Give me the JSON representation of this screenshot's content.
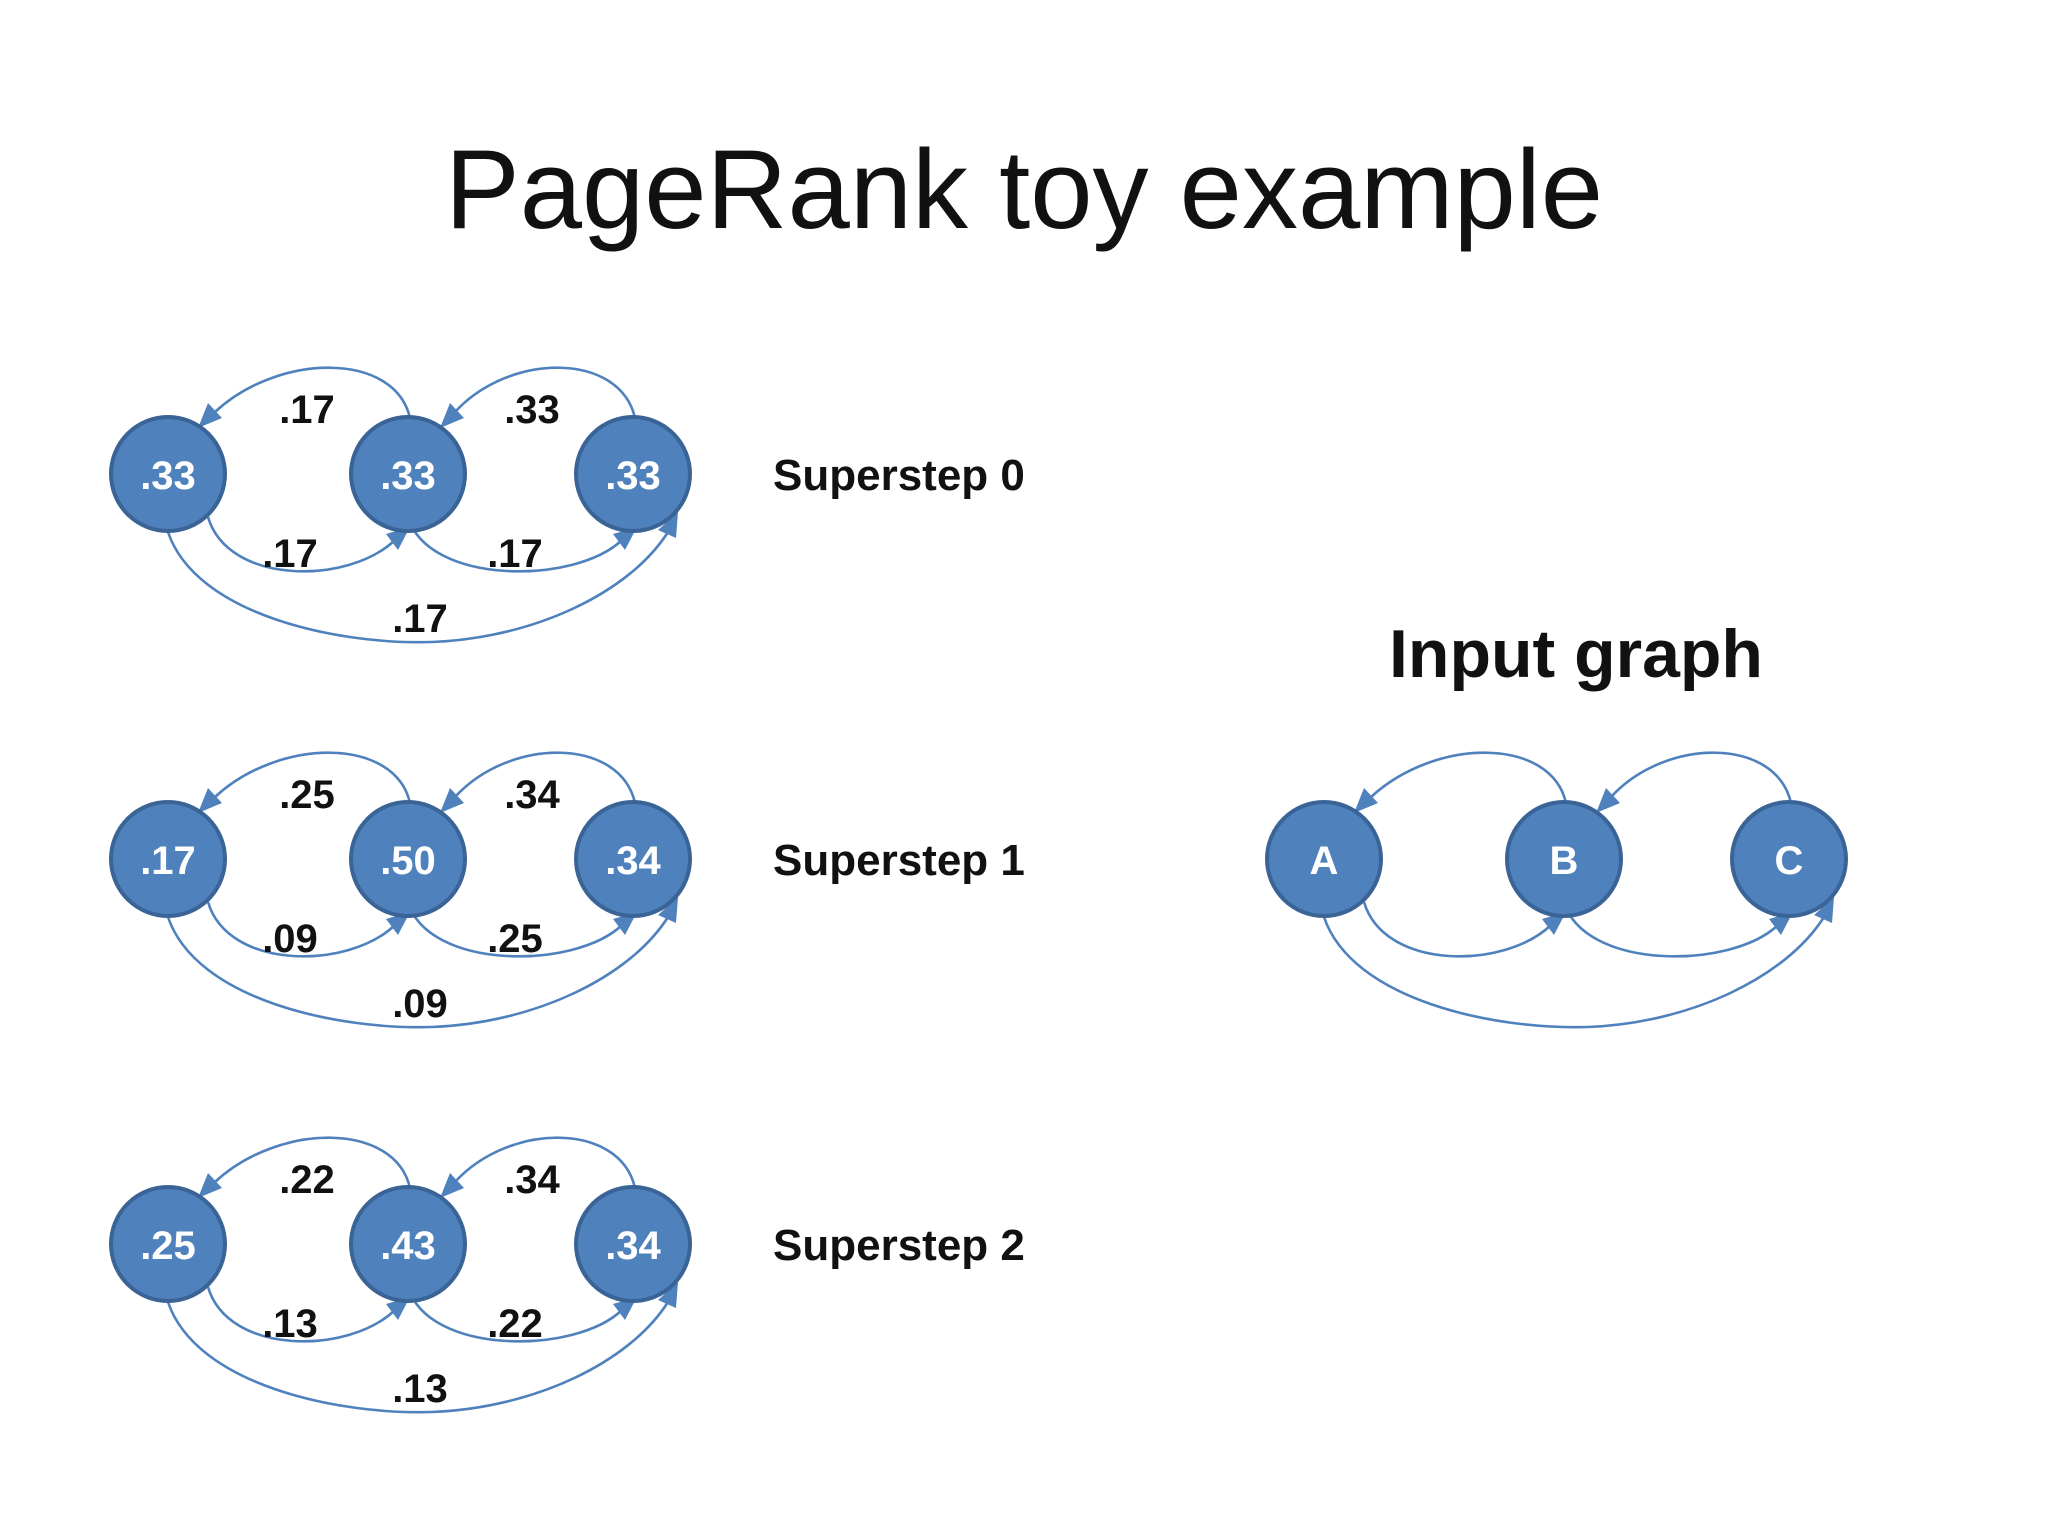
{
  "title": "PageRank toy example",
  "input_graph": {
    "title": "Input graph",
    "nodes": [
      "A",
      "B",
      "C"
    ]
  },
  "supersteps": [
    {
      "label": "Superstep 0",
      "nodes": [
        ".33",
        ".33",
        ".33"
      ],
      "edges": {
        "b_to_a": ".17",
        "c_to_b": ".33",
        "a_to_b": ".17",
        "b_to_c": ".17",
        "a_to_c": ".17"
      }
    },
    {
      "label": "Superstep 1",
      "nodes": [
        ".17",
        ".50",
        ".34"
      ],
      "edges": {
        "b_to_a": ".25",
        "c_to_b": ".34",
        "a_to_b": ".09",
        "b_to_c": ".25",
        "a_to_c": ".09"
      }
    },
    {
      "label": "Superstep 2",
      "nodes": [
        ".25",
        ".43",
        ".34"
      ],
      "edges": {
        "b_to_a": ".22",
        "c_to_b": ".34",
        "a_to_b": ".13",
        "b_to_c": ".22",
        "a_to_c": ".13"
      }
    }
  ],
  "colors": {
    "node_fill": "#4f81bd",
    "node_stroke": "#3a6396",
    "edge": "#4f81bd",
    "text": "#111111"
  }
}
